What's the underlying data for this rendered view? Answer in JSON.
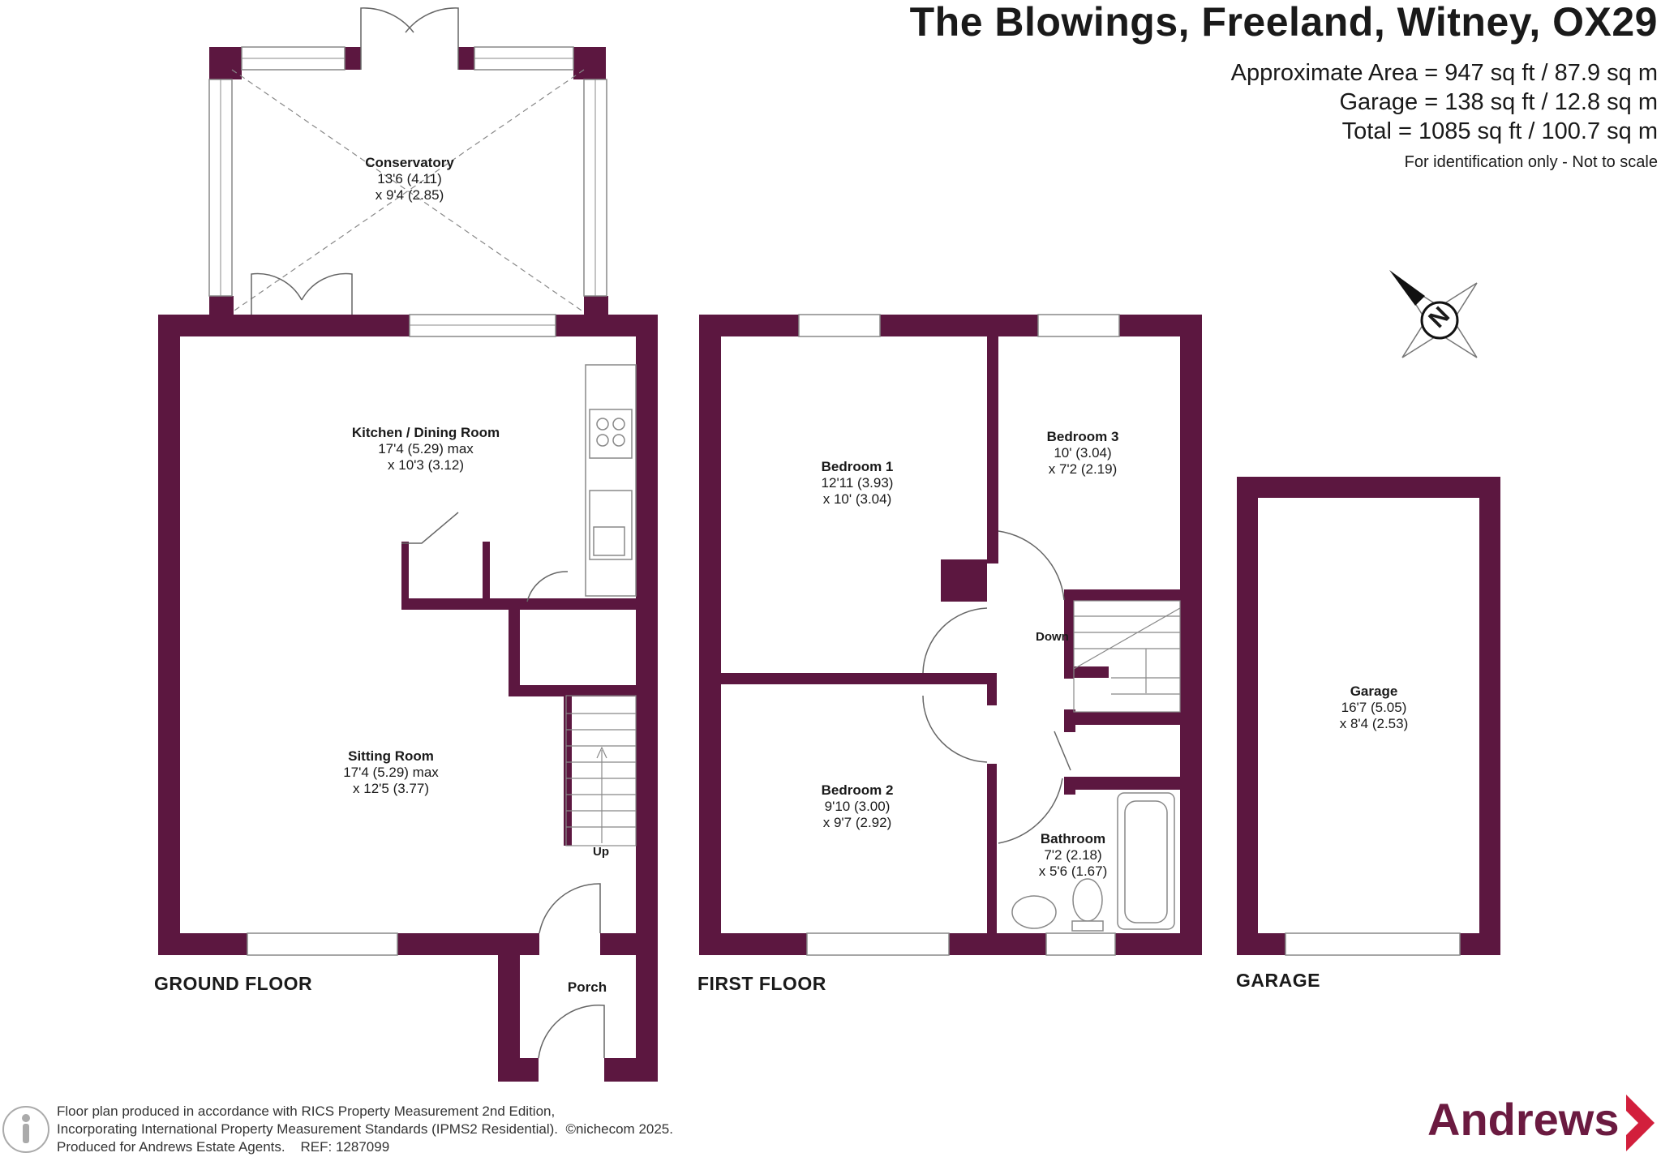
{
  "header": {
    "title": "The Blowings, Freeland, Witney, OX29",
    "approx_area": "Approximate Area = 947 sq ft / 87.9 sq m",
    "garage_area": "Garage = 138 sq ft / 12.8 sq m",
    "total_area": "Total = 1085 sq ft / 100.7 sq m",
    "disclaimer": "For identification only - Not to scale"
  },
  "floors": {
    "ground": "GROUND FLOOR",
    "first": "FIRST FLOOR",
    "garage": "GARAGE"
  },
  "rooms": {
    "conservatory": {
      "name": "Conservatory",
      "dim1": "13'6 (4.11)",
      "dim2": "x 9'4 (2.85)"
    },
    "kitchen": {
      "name": "Kitchen / Dining Room",
      "dim1": "17'4 (5.29) max",
      "dim2": "x 10'3 (3.12)"
    },
    "sitting": {
      "name": "Sitting Room",
      "dim1": "17'4 (5.29) max",
      "dim2": "x 12'5 (3.77)"
    },
    "porch": {
      "name": "Porch"
    },
    "bedroom1": {
      "name": "Bedroom 1",
      "dim1": "12'11 (3.93)",
      "dim2": "x 10' (3.04)"
    },
    "bedroom2": {
      "name": "Bedroom 2",
      "dim1": "9'10 (3.00)",
      "dim2": "x 9'7 (2.92)"
    },
    "bedroom3": {
      "name": "Bedroom 3",
      "dim1": "10' (3.04)",
      "dim2": "x 7'2 (2.19)"
    },
    "bathroom": {
      "name": "Bathroom",
      "dim1": "7'2 (2.18)",
      "dim2": "x 5'6 (1.67)"
    },
    "garage": {
      "name": "Garage",
      "dim1": "16'7 (5.05)",
      "dim2": "x 8'4 (2.53)"
    }
  },
  "stairs": {
    "up": "Up",
    "down": "Down"
  },
  "compass": {
    "letter": "N"
  },
  "footer": {
    "line1": "Floor plan produced in accordance with RICS Property Measurement 2nd Edition,",
    "line2": "Incorporating International Property Measurement Standards (IPMS2 Residential).",
    "copyright": "©nichecom 2025.",
    "line3": "Produced for Andrews Estate Agents.",
    "ref": "REF: 1287099",
    "brand": "Andrews"
  },
  "colors": {
    "wall": "#5c1740",
    "brand": "#6b1a40",
    "window": "#ffffff"
  }
}
